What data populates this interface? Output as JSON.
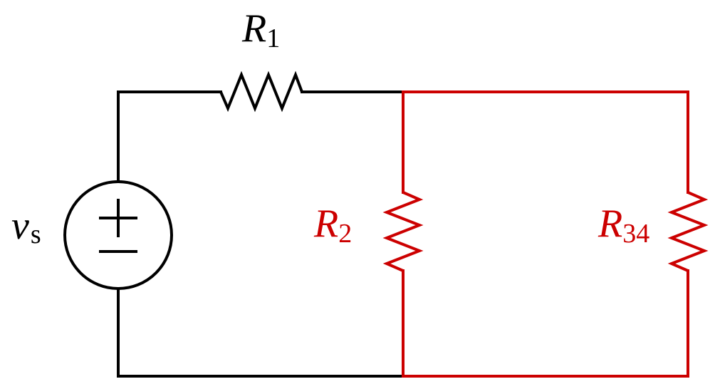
{
  "colors": {
    "primary": "#000000",
    "highlight": "#cc0000",
    "background": "#ffffff"
  },
  "labels": {
    "r1": {
      "main": "R",
      "sub": "1"
    },
    "r2": {
      "main": "R",
      "sub": "2"
    },
    "r34": {
      "main": "R",
      "sub": "34"
    },
    "vs": {
      "main": "v",
      "sub": "s"
    }
  },
  "source": {
    "plus_symbol": "+",
    "minus_symbol": "−"
  }
}
